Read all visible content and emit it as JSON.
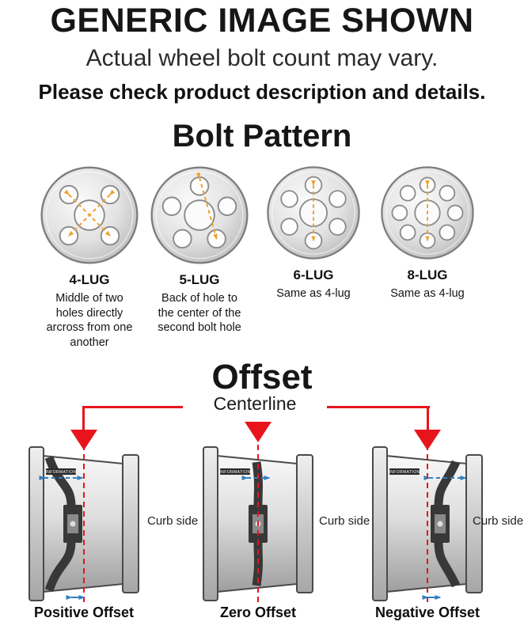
{
  "header": {
    "title": "GENERIC IMAGE SHOWN",
    "subtitle": "Actual wheel bolt count may vary.",
    "note": "Please check product description and details."
  },
  "bolt_pattern": {
    "title": "Bolt Pattern",
    "items": [
      {
        "label": "4-LUG",
        "description": "Middle of two holes directly arcross from one another"
      },
      {
        "label": "5-LUG",
        "description": "Back of hole to the center of the second bolt hole"
      },
      {
        "label": "6-LUG",
        "description": "Same as 4-lug"
      },
      {
        "label": "8-LUG",
        "description": "Same as 4-lug"
      }
    ]
  },
  "offset": {
    "title": "Offset",
    "centerline_label": "Centerline",
    "curb_side_label": "Curb side",
    "rim_stamp": "INFORMATION",
    "items": [
      {
        "label": "Positive Offset"
      },
      {
        "label": "Zero Offset"
      },
      {
        "label": "Negative Offset"
      }
    ]
  },
  "palette": {
    "marker_red": "#E8141C",
    "dash_orange": "#F0A232",
    "measure_blue": "#2F7FC1"
  }
}
